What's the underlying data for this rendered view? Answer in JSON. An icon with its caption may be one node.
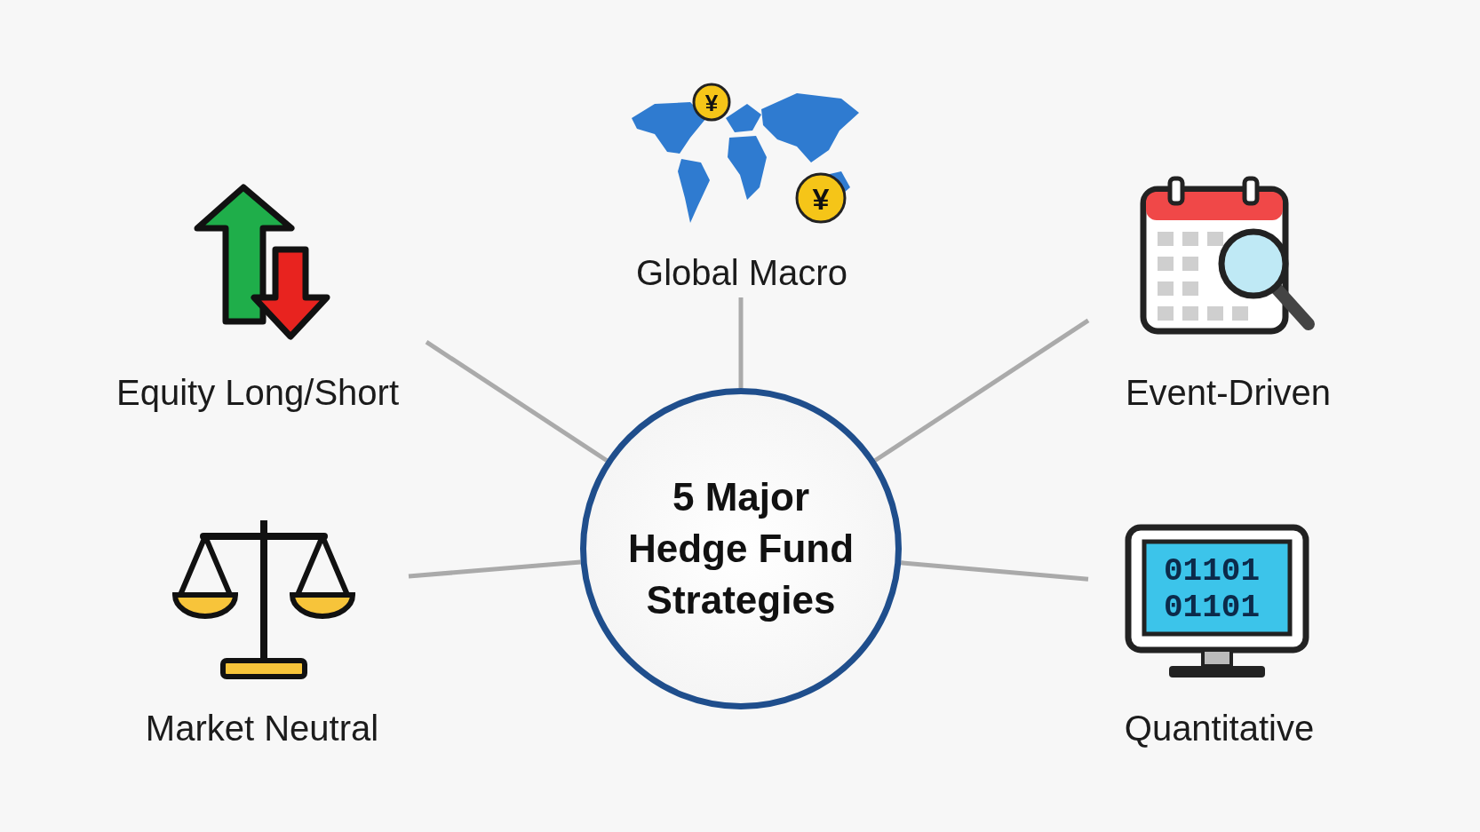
{
  "diagram": {
    "nodes": [
      {
        "text": [
          "5 Major Hedge Fund Strategies"
        ]
      },
      {
        "text": [
          "Global Macro"
        ]
      },
      {
        "text": [
          "Equity Long/Short"
        ]
      },
      {
        "text": [
          "Event-Driven"
        ]
      },
      {
        "text": [
          "Market Neutral"
        ]
      },
      {
        "text": [
          "Quantitative"
        ]
      }
    ],
    "edges": [
      {
        "from": 0,
        "to": 1,
        "arrow": "none"
      },
      {
        "from": 0,
        "to": 2,
        "arrow": "none"
      },
      {
        "from": 0,
        "to": 3,
        "arrow": "none"
      },
      {
        "from": 0,
        "to": 4,
        "arrow": "none"
      },
      {
        "from": 0,
        "to": 5,
        "arrow": "none"
      }
    ],
    "labels": [
      "¥",
      "¥",
      "01101",
      "01101"
    ]
  }
}
